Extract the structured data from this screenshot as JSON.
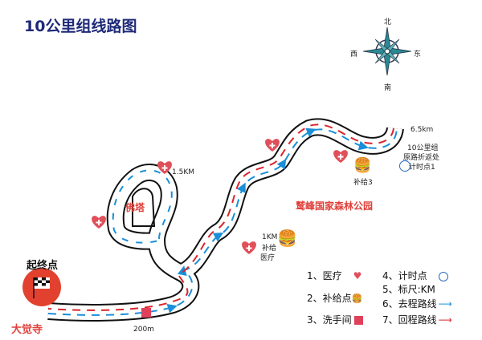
{
  "title": "10公里组线路图",
  "compass": {
    "n": "北",
    "s": "南",
    "e": "东",
    "w": "西"
  },
  "labels": {
    "start": "起终点",
    "temple": "大觉寺",
    "pagoda": "佛塔",
    "park": "鹫峰国家森林公园",
    "km1_5": "1.5KM",
    "km1": "1KM",
    "supply": "补给",
    "medical": "医疗",
    "supply3": "补给3",
    "km6_5": "6.5km",
    "turn1": "10公里组",
    "turn2": "原路折返处",
    "turn3": "计时点1",
    "toilet_dist": "200m"
  },
  "legend": [
    {
      "num": "1、",
      "text": "医疗",
      "icon": "heart-plus-icon"
    },
    {
      "num": "2、",
      "text": "补给点",
      "icon": "food-supply-icon"
    },
    {
      "num": "3、",
      "text": "洗手间",
      "icon": "toilet-icon"
    },
    {
      "num": "4、",
      "text": "计时点",
      "icon": "stopwatch-icon"
    },
    {
      "num": "5、",
      "text": "标尺:KM",
      "icon": ""
    },
    {
      "num": "6、",
      "text": "去程路线",
      "icon": "blue-arrow-icon"
    },
    {
      "num": "7、",
      "text": "回程路线",
      "icon": "red-arrow-icon"
    }
  ],
  "colors": {
    "title": "#1e2a78",
    "outbound": "#1a8fd8",
    "return": "#d9262c",
    "medical": "#e0505a"
  }
}
